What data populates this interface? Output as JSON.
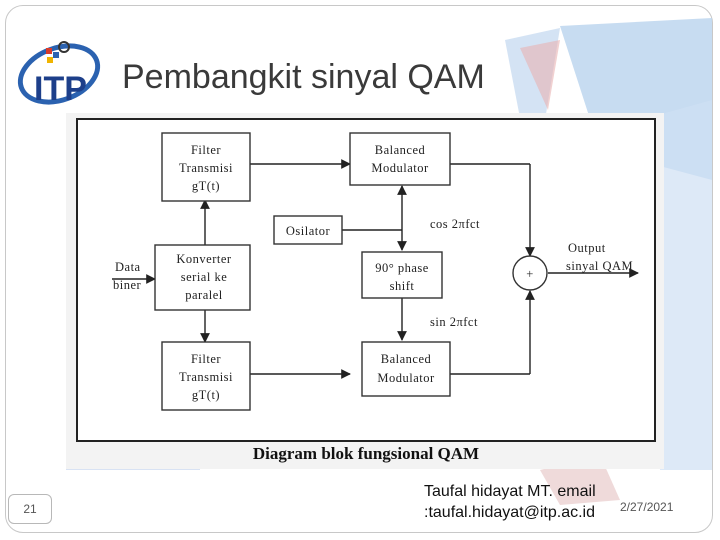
{
  "slide": {
    "title": "Pembangkit sinyal QAM",
    "number": "21",
    "footer_author": "Taufal hidayat MT. email",
    "footer_email": ":taufal.hidayat@itp.ac.id",
    "footer_date": "2/27/2021"
  },
  "logo": {
    "text": "ITP",
    "icon": "itp-logo-icon"
  },
  "diagram": {
    "caption": "Diagram blok fungsional QAM",
    "blocks": {
      "filter_top": [
        "Filter",
        "Transmisi",
        "gT(t)"
      ],
      "balanced_top": [
        "Balanced",
        "Modulator"
      ],
      "osilator": [
        "Osilator"
      ],
      "konverter": [
        "Konverter",
        "serial ke",
        "paralel"
      ],
      "phase_shift": [
        "90° phase",
        "shift"
      ],
      "filter_bottom": [
        "Filter",
        "Transmisi",
        "gT(t)"
      ],
      "balanced_bottom": [
        "Balanced",
        "Modulator"
      ]
    },
    "labels": {
      "cos": "cos 2πfct",
      "sin": "sin 2πfct",
      "data_in": [
        "Data",
        "biner"
      ],
      "output": [
        "Output",
        "sinyal QAM"
      ],
      "summer": "+"
    }
  },
  "colors": {
    "accent_blue": "#3f6fb8",
    "accent_red": "#c0392b",
    "frame": "#c8c8c8"
  }
}
